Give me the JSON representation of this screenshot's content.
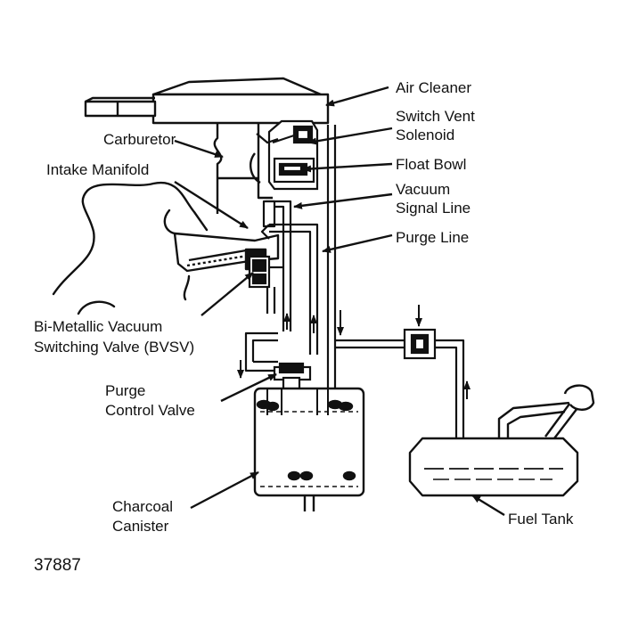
{
  "figure_number": "37887",
  "labels": {
    "air_cleaner": "Air Cleaner",
    "switch_vent_solenoid_1": "Switch Vent",
    "switch_vent_solenoid_2": "Solenoid",
    "carburetor": "Carburetor",
    "float_bowl": "Float Bowl",
    "intake_manifold": "Intake Manifold",
    "vacuum_signal_line_1": "Vacuum",
    "vacuum_signal_line_2": "Signal Line",
    "purge_line": "Purge Line",
    "bvsv_1": "Bi-Metallic Vacuum",
    "bvsv_2": "Switching Valve (BVSV)",
    "purge_control_valve_1": "Purge",
    "purge_control_valve_2": "Control Valve",
    "charcoal_canister_1": "Charcoal",
    "charcoal_canister_2": "Canister",
    "fuel_tank": "Fuel Tank"
  },
  "colors": {
    "ink": "#111111",
    "paper": "#ffffff"
  }
}
